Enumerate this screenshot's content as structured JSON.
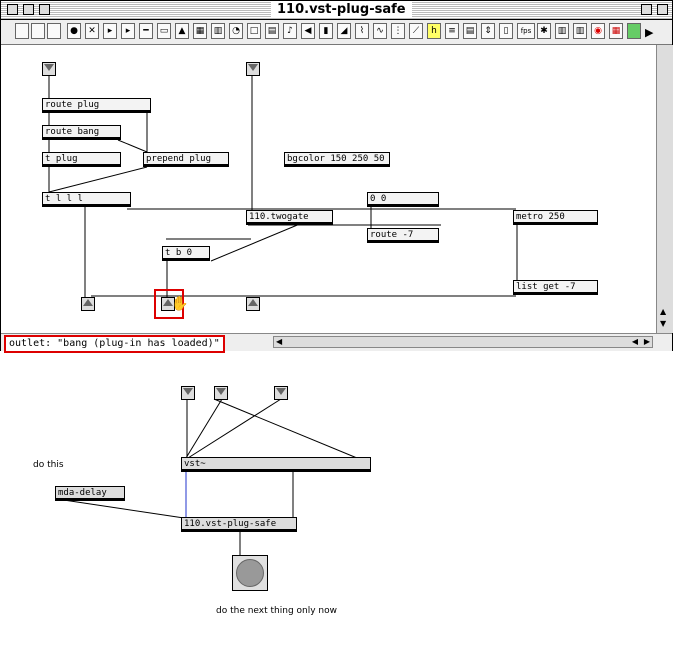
{
  "window": {
    "title": "110.vst-plug-safe",
    "status_text": "outlet: \"bang (plug-in has loaded)\"",
    "toolbar_fps": "fps",
    "toolbar_h": "h"
  },
  "patch": {
    "route_plug": "route plug",
    "route_bang": "route bang",
    "t_plug": "t plug",
    "prepend_plug": "prepend plug",
    "bgcolor": "bgcolor 150 250 50",
    "t_l_l_l": "t l l l",
    "twogate": "110.twogate",
    "zero_zero": "0 0",
    "route_minus7": "route -7",
    "t_b_0": "t b 0",
    "metro": "metro 250",
    "list_get": "list get -7"
  },
  "lower": {
    "do_this": "do this",
    "mda_delay": "mda-delay",
    "vst": "vst~",
    "vst_plug_safe": "110.vst-plug-safe",
    "next_thing": "do the next thing only now"
  }
}
